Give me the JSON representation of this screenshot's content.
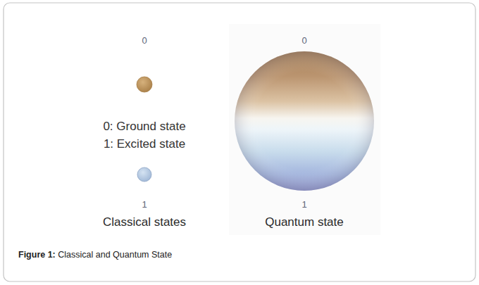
{
  "diagram": {
    "caption": "Figure 1: Classical and Quantum State",
    "labels": [
      "0",
      "0",
      "0: Ground state",
      "1: Excited state",
      "1",
      "1",
      "Classical states",
      "Quantum state"
    ]
  }
}
